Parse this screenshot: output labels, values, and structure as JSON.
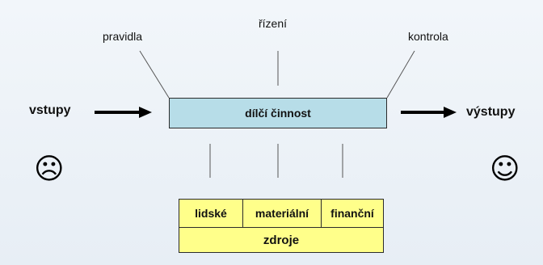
{
  "controls": {
    "rules": "pravidla",
    "management": "řízení",
    "control": "kontrola"
  },
  "inputs_label": "vstupy",
  "outputs_label": "výstupy",
  "activity_label": "dílčí činnost",
  "faces": {
    "sad": "☹",
    "happy": "☺"
  },
  "resources": {
    "cells": [
      "lidské",
      "materiální",
      "finanční"
    ],
    "total": "zdroje"
  },
  "colors": {
    "activity_fill": "#b7dde8",
    "resources_fill": "#ffff8a"
  }
}
